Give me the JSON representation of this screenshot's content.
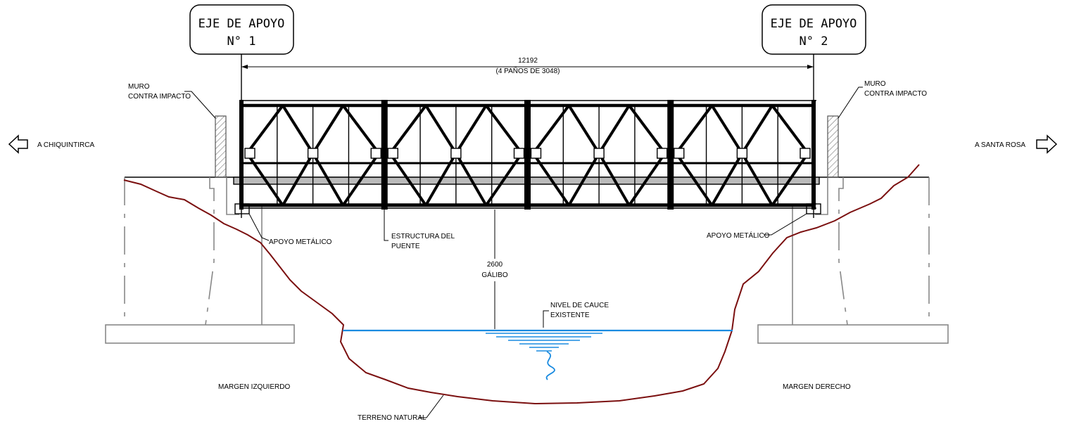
{
  "tags": {
    "left": {
      "line1": "EJE DE APOYO",
      "line2": "N° 1"
    },
    "right": {
      "line1": "EJE DE APOYO",
      "line2": "N° 2"
    }
  },
  "dimension": {
    "value": "12192",
    "detail": "(4 PAÑOS DE 3048)"
  },
  "labels": {
    "muro_left": [
      "MURO",
      "CONTRA IMPACTO"
    ],
    "muro_right": [
      "MURO",
      "CONTRA IMPACTO"
    ],
    "direction_left": "A CHIQUINTIRCA",
    "direction_right": "A SANTA ROSA",
    "apoyo_left": "APOYO METÁLICO",
    "apoyo_right": "APOYO METÁLICO",
    "estructura": [
      "ESTRUCTURA DEL",
      "PUENTE"
    ],
    "galibo": [
      "2600",
      "GÁLIBO"
    ],
    "nivel": [
      "NIVEL DE CAUCE",
      "EXISTENTE"
    ],
    "margen_izq": "MARGEN IZQUIERDO",
    "margen_der": "MARGEN DERECHO",
    "terreno": "TERRENO NATURAL"
  },
  "colors": {
    "terrain": "#7b1010",
    "water": "#1a8be0",
    "abutment": "#888888",
    "steel": "#000000"
  },
  "icons": {
    "left_arrow": "arrow-left-icon",
    "right_arrow": "arrow-right-icon"
  }
}
